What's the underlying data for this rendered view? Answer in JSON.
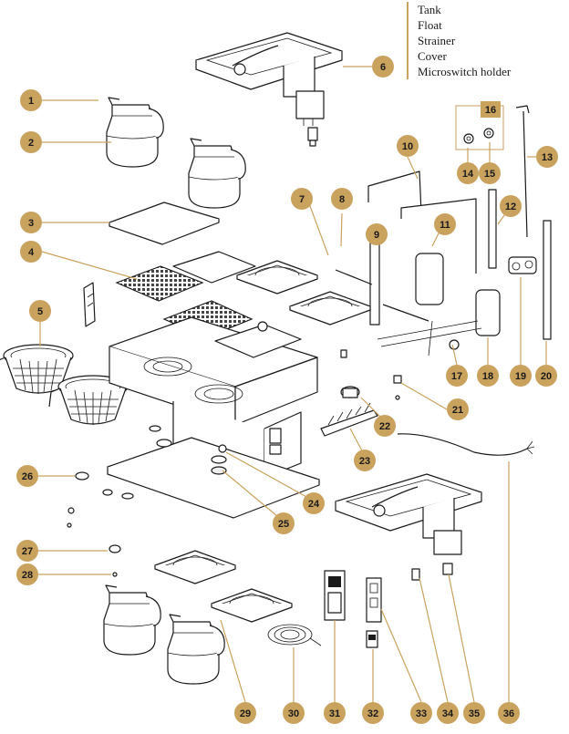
{
  "legend": {
    "items": [
      "Tank",
      "Float",
      "Strainer",
      "Cover",
      "Microswitch holder"
    ],
    "line_color": "#c9a25e"
  },
  "callouts": {
    "badge_color": "#c9a25e",
    "labels": [
      "1",
      "2",
      "3",
      "4",
      "5",
      "6",
      "7",
      "8",
      "9",
      "10",
      "11",
      "12",
      "13",
      "14",
      "15",
      "16",
      "17",
      "18",
      "19",
      "20",
      "21",
      "22",
      "23",
      "24",
      "25",
      "26",
      "27",
      "28",
      "29",
      "30",
      "31",
      "32",
      "33",
      "34",
      "35",
      "36"
    ]
  },
  "parts": {
    "icons": [
      "carafe-icon",
      "tank-icon",
      "filter-basket-icon",
      "hotplate-icon",
      "spiral-element-icon",
      "microswitch-icon",
      "cable-icon",
      "spray-pipe-icon",
      "heating-tube-icon",
      "drip-grid-icon"
    ]
  }
}
